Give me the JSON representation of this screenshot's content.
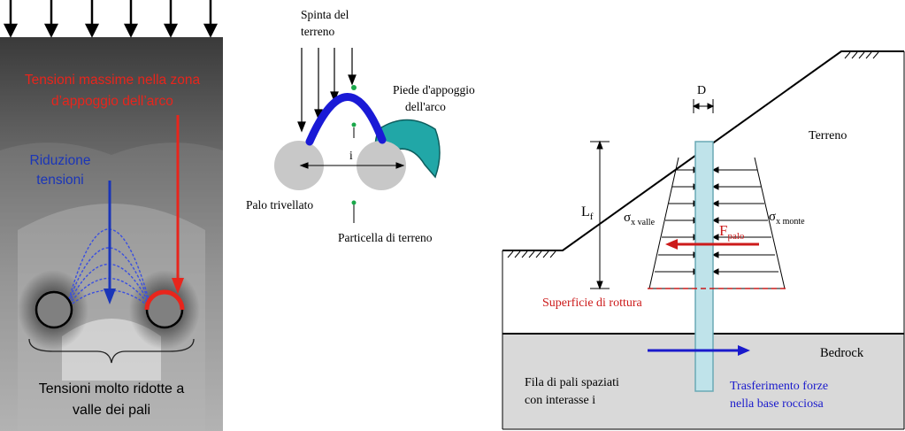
{
  "left": {
    "max_stress_line1": "Tensioni massime nella zona",
    "max_stress_line2": "d’appoggio dell’arco",
    "reduction_line1": "Riduzione",
    "reduction_line2": "tensioni",
    "bottom_line1": "Tensioni molto ridotte a",
    "bottom_line2": "valle dei pali",
    "colors": {
      "red": "#e8251c",
      "blue": "#1a35b8"
    }
  },
  "middle": {
    "thrust_line1": "Spinta del",
    "thrust_line2": "terreno",
    "foot_line1": "Piede d'appoggio",
    "foot_line2": "dell'arco",
    "spacing_label": "i",
    "bored_pile": "Palo trivellato",
    "particle": "Particella di terreno",
    "colors": {
      "arch": "#1a1ad6",
      "foot": "#21a7a7",
      "pile": "#c8c8c8"
    }
  },
  "right": {
    "d_label": "D",
    "soil_label": "Terreno",
    "lf_main": "L",
    "lf_sub": "f",
    "sigma_valle_main": "σ",
    "sigma_valle_sub": "x valle",
    "sigma_monte_main": "σ",
    "sigma_monte_sub": "x monte",
    "force_main": "F",
    "force_sub": "palo",
    "failure_surface": "Superficie di rottura",
    "bedrock": "Bedrock",
    "pile_row_line1": "Fila di pali spaziati",
    "pile_row_line2": "con interasse i",
    "transfer_line1": "Trasferimento forze",
    "transfer_line2": "nella base rocciosa",
    "colors": {
      "pile": "#bfe3ea",
      "bedrock": "#d9d9d9",
      "red": "#cc1a1a",
      "blue": "#1a1acc"
    }
  }
}
